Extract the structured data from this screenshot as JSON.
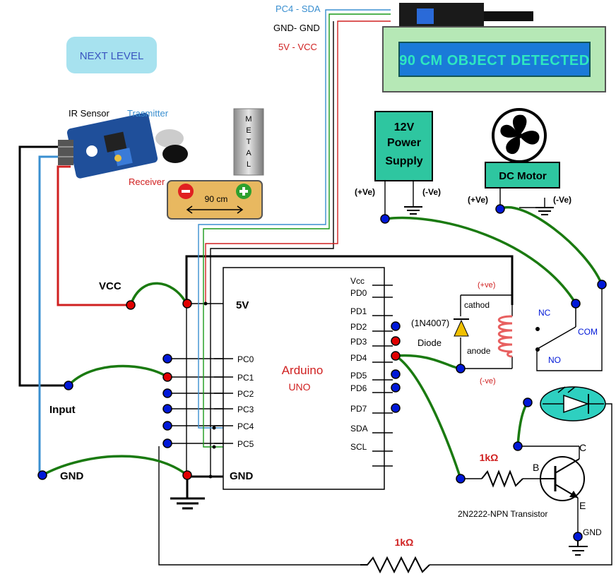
{
  "next_level_label": "NEXT LEVEL",
  "ir_sensor": {
    "name": "IR Sensor",
    "transmitter": "Trasmitter",
    "receiver": "Receiver"
  },
  "metal_label": "METAL",
  "range_label": "90  cm",
  "lcd": {
    "text": "90 CM  OBJECT DETECTED",
    "wire_sda": "PC4 - SDA",
    "wire_gnd": "GND- GND",
    "wire_vcc": "5V - VCC"
  },
  "power_supply": {
    "line1": "12V",
    "line2": "Power",
    "line3": "Supply",
    "pos": "(+Ve)",
    "neg": "(-Ve)"
  },
  "motor": {
    "name": "DC Motor",
    "pos": "(+Ve)",
    "neg": "(-Ve)"
  },
  "arduino": {
    "name": "Arduino",
    "model": "UNO",
    "left_pins": [
      "PC0",
      "PC1",
      "PC2",
      "PC3",
      "PC4",
      "PC5"
    ],
    "right_pins": [
      "Vcc",
      "PD0",
      "PD1",
      "PD2",
      "PD3",
      "PD4",
      "PD5",
      "PD6",
      "PD7",
      "SDA",
      "SCL"
    ]
  },
  "labels": {
    "vcc": "VCC",
    "five_v": "5V",
    "input": "Input",
    "gnd_left": "GND",
    "gnd_center": "GND",
    "gnd_right": "GND"
  },
  "relay": {
    "nc": "NC",
    "no": "NO",
    "com": "COM",
    "plus": "(+ve)",
    "minus": "(-ve)"
  },
  "diode": {
    "part": "(1N4007)",
    "name": "Diode",
    "cathode": "cathod",
    "anode": "anode"
  },
  "transistor": {
    "name": "2N2222-NPN Transistor",
    "b": "B",
    "c": "C",
    "e": "E"
  },
  "resistors": {
    "r1": "1kΩ",
    "r2": "1kΩ"
  },
  "colors": {
    "green_wire": "#1a7a10",
    "red_dot": "#e00000",
    "blue_dot": "#0018d8",
    "blue_wire": "#3a8fd0",
    "lcd_bg": "#1a7ad8",
    "lcd_text": "#2ee7c0",
    "lcd_frame": "#b6e8b6",
    "box_teal": "#2ec6a0",
    "label_red": "#d02020"
  }
}
